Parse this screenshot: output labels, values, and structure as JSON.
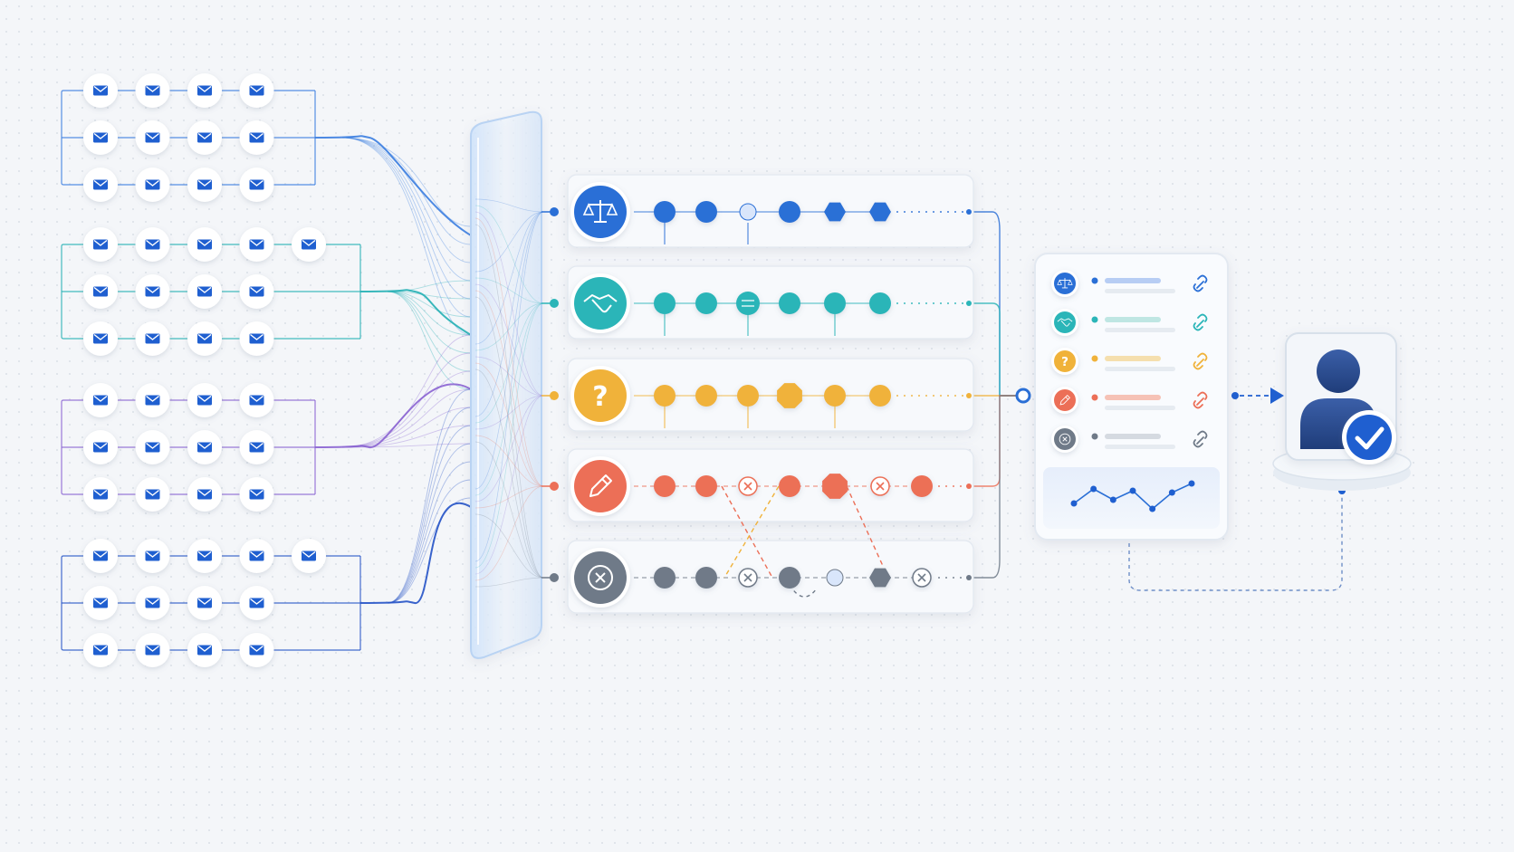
{
  "colors": {
    "background": "#f4f6f9",
    "accent_blue": "#1f5fd0",
    "legal": "#2a6fd6",
    "partnership": "#2bb5b8",
    "question": "#f0b23a",
    "edit": "#ec6f57",
    "reject": "#6f7a88",
    "cluster_lines": [
      "#3a7de0",
      "#23b0b4",
      "#8a63d2",
      "#2553c7"
    ]
  },
  "icons": {
    "message": "envelope-icon",
    "categories": [
      "scales-icon",
      "handshake-icon",
      "question-icon",
      "pencil-icon",
      "x-circle-icon"
    ],
    "summary_link": "link-icon",
    "summary_chart": "line-chart-icon",
    "recipient": "user-icon",
    "recipient_badge": "check-icon"
  },
  "message_clusters": [
    {
      "counts": [
        4,
        4,
        4
      ]
    },
    {
      "counts": [
        5,
        4,
        4
      ]
    },
    {
      "counts": [
        4,
        4,
        4
      ]
    },
    {
      "counts": [
        5,
        4,
        4
      ]
    }
  ],
  "categories": [
    {
      "key": "legal",
      "icon": "scales-icon",
      "steps": [
        "circle",
        "circle",
        "small",
        "circle",
        "hex",
        "hex"
      ]
    },
    {
      "key": "partnership",
      "icon": "handshake-icon",
      "steps": [
        "circle",
        "circle",
        "special",
        "circle",
        "circle",
        "circle"
      ]
    },
    {
      "key": "question",
      "icon": "question-icon",
      "steps": [
        "circle",
        "circle",
        "circle",
        "octagon",
        "circle",
        "circle"
      ]
    },
    {
      "key": "edit",
      "icon": "pencil-icon",
      "steps": [
        "circle",
        "circle",
        "x",
        "circle",
        "octagon",
        "x",
        "circle"
      ]
    },
    {
      "key": "reject",
      "icon": "x-circle-icon",
      "steps": [
        "circle",
        "circle",
        "x",
        "circle",
        "small",
        "hex",
        "x"
      ]
    }
  ],
  "summary": {
    "rows": 5,
    "chart_points": [
      0.35,
      0.75,
      0.45,
      0.7,
      0.2,
      0.65,
      0.9
    ]
  },
  "recipient": {
    "status": "approved"
  }
}
